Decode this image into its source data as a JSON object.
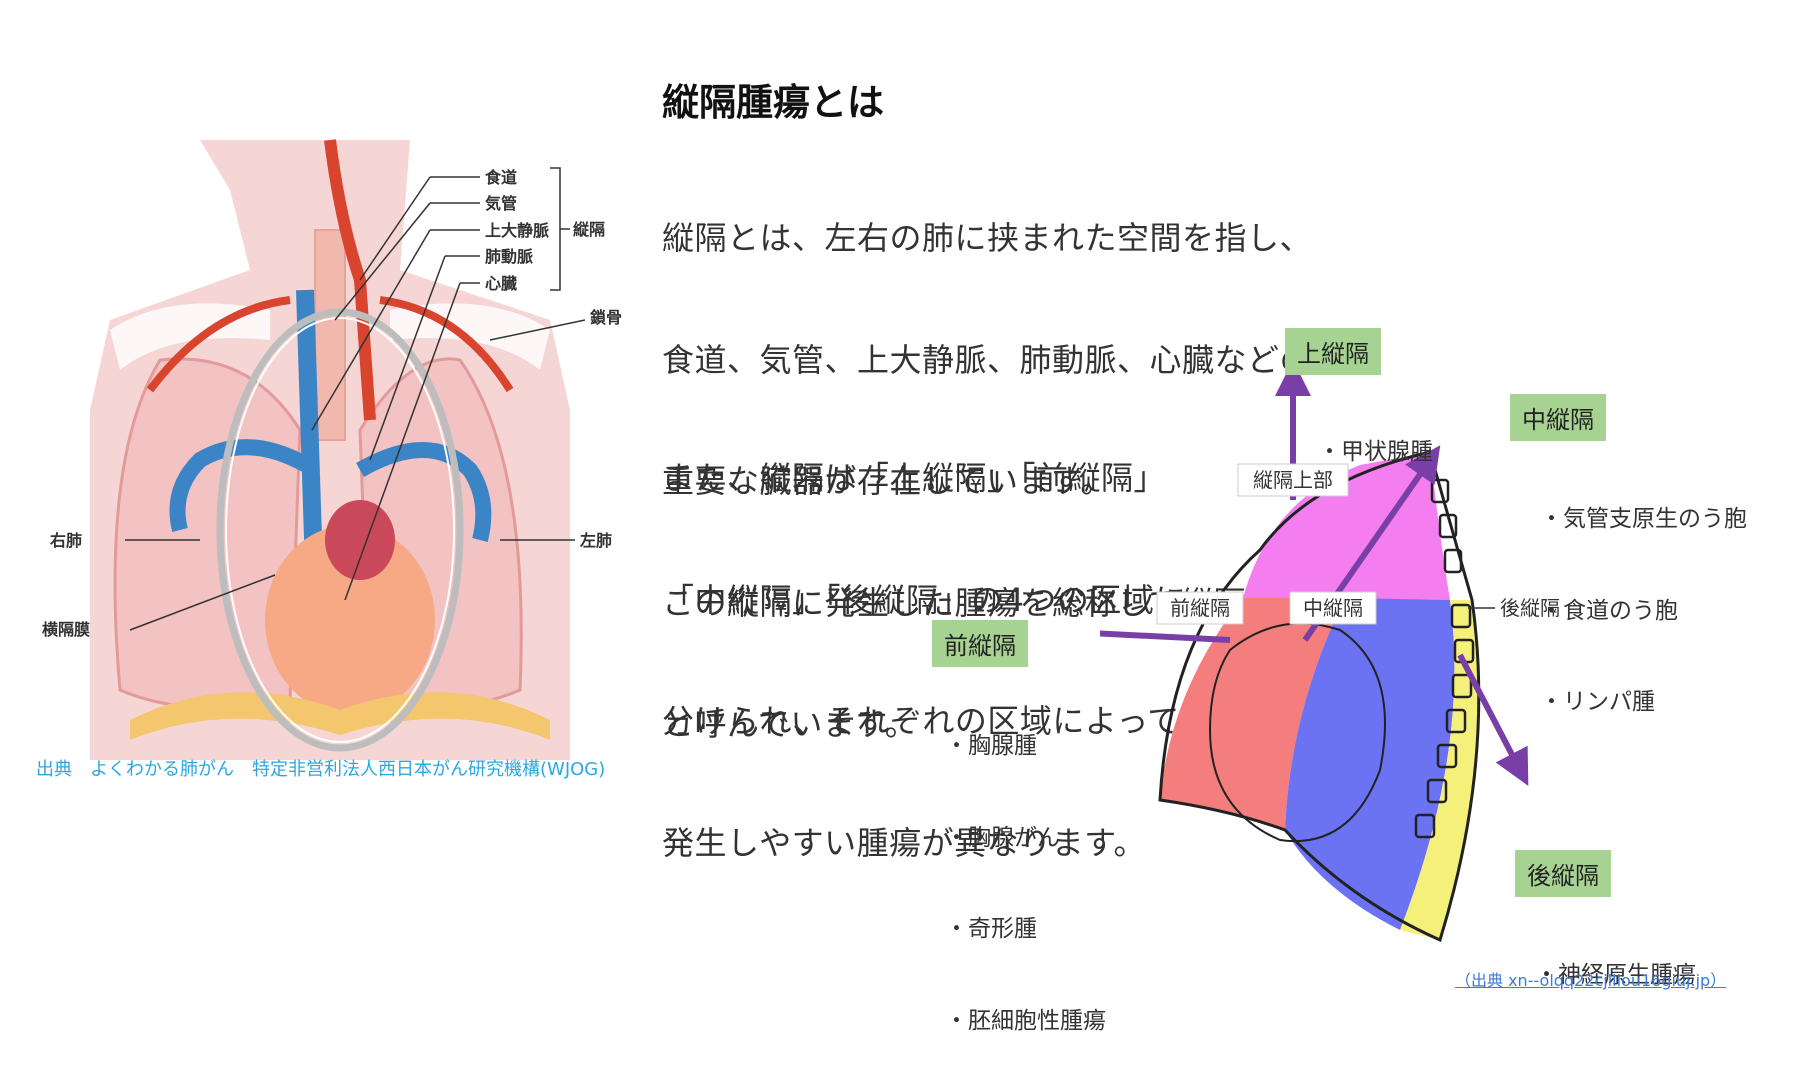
{
  "heading": "縦隔腫瘍とは",
  "paragraph1": [
    "縦隔とは、左右の肺に挟まれた空間を指し、",
    "食道、気管、上大静脈、肺動脈、心臓などの",
    "重要な臓器が存在しています。",
    "この縦隔に発生した腫瘍を総称して縦隔腫瘍",
    "と呼んでいます。"
  ],
  "paragraph2": [
    "また、縦隔は「上縦隔」「前縦隔」",
    "「中縦隔」「後縦隔」の4つの区域に",
    "分けられ、それぞれの区域によって",
    "発生しやすい腫瘍が異なります。"
  ],
  "left_diagram": {
    "labels": {
      "esophagus": "食道",
      "trachea": "気管",
      "svc": "上大静脈",
      "pulmonary_artery": "肺動脈",
      "heart": "心臓",
      "mediastinum": "縦隔",
      "clavicle": "鎖骨",
      "right_lung": "右肺",
      "left_lung": "左肺",
      "diaphragm": "横隔膜"
    },
    "source": "出典　よくわかる肺がん　特定非営利法人西日本がん研究機構(WJOG)"
  },
  "right_diagram": {
    "region_labels": {
      "upper": "縦隔上部",
      "anterior": "前縦隔",
      "middle": "中縦隔",
      "posterior": "後縦隔"
    },
    "colors": {
      "upper": "#f47ef0",
      "anterior": "#f47d7d",
      "middle": "#6b73f2",
      "posterior": "#f5f07a",
      "arrow": "#7a3fa6",
      "tag": "#a6d292"
    },
    "groups": {
      "upper": {
        "tag": "上縦隔",
        "items": [
          "・甲状腺腫"
        ]
      },
      "middle": {
        "tag": "中縦隔",
        "items": [
          "・気管支原生のう胞",
          "・食道のう胞",
          "・リンパ腫"
        ]
      },
      "anterior": {
        "tag": "前縦隔",
        "items": [
          "・胸腺腫",
          "・胸腺がん",
          "・奇形腫",
          "・胚細胞性腫瘍"
        ]
      },
      "posterior": {
        "tag": "後縦隔",
        "items": [
          "・神経原生腫瘍"
        ]
      }
    },
    "source": "（出典 xn--olqq22cjlllou16giuj.jp）"
  }
}
